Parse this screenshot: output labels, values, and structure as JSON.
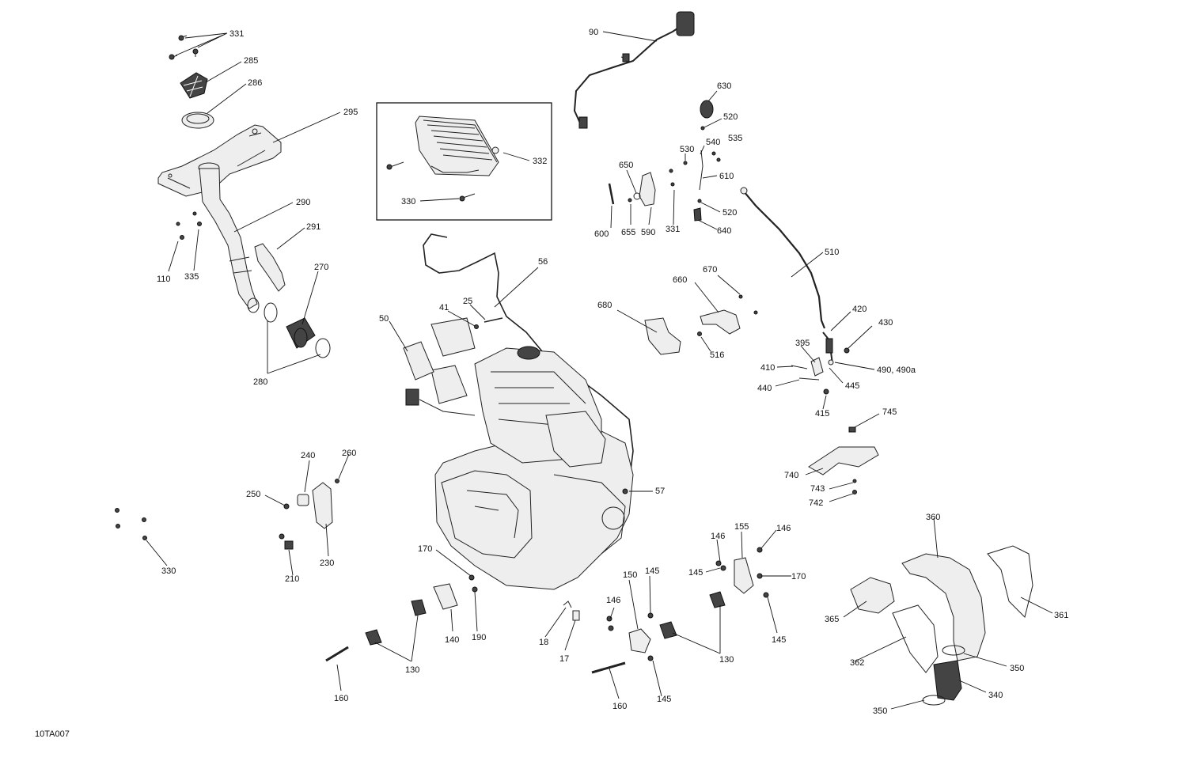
{
  "diagram_code": "10TA007",
  "callouts": [
    {
      "id": "331a",
      "text": "331"
    },
    {
      "id": "285",
      "text": "285"
    },
    {
      "id": "286",
      "text": "286"
    },
    {
      "id": "295",
      "text": "295"
    },
    {
      "id": "290",
      "text": "290"
    },
    {
      "id": "291",
      "text": "291"
    },
    {
      "id": "110",
      "text": "110"
    },
    {
      "id": "335",
      "text": "335"
    },
    {
      "id": "270",
      "text": "270"
    },
    {
      "id": "280",
      "text": "280"
    },
    {
      "id": "332",
      "text": "332"
    },
    {
      "id": "330a",
      "text": "330"
    },
    {
      "id": "90",
      "text": "90"
    },
    {
      "id": "630",
      "text": "630"
    },
    {
      "id": "520a",
      "text": "520"
    },
    {
      "id": "530",
      "text": "530"
    },
    {
      "id": "540",
      "text": "540"
    },
    {
      "id": "535",
      "text": "535"
    },
    {
      "id": "650",
      "text": "650"
    },
    {
      "id": "610",
      "text": "610"
    },
    {
      "id": "520b",
      "text": "520"
    },
    {
      "id": "600",
      "text": "600"
    },
    {
      "id": "655",
      "text": "655"
    },
    {
      "id": "590",
      "text": "590"
    },
    {
      "id": "331b",
      "text": "331"
    },
    {
      "id": "640",
      "text": "640"
    },
    {
      "id": "56",
      "text": "56"
    },
    {
      "id": "510",
      "text": "510"
    },
    {
      "id": "670",
      "text": "670"
    },
    {
      "id": "660",
      "text": "660"
    },
    {
      "id": "680",
      "text": "680"
    },
    {
      "id": "516",
      "text": "516"
    },
    {
      "id": "41",
      "text": "41"
    },
    {
      "id": "25",
      "text": "25"
    },
    {
      "id": "50",
      "text": "50"
    },
    {
      "id": "420",
      "text": "420"
    },
    {
      "id": "430",
      "text": "430"
    },
    {
      "id": "395",
      "text": "395"
    },
    {
      "id": "410",
      "text": "410"
    },
    {
      "id": "490",
      "text": "490, 490a"
    },
    {
      "id": "445",
      "text": "445"
    },
    {
      "id": "440",
      "text": "440"
    },
    {
      "id": "415",
      "text": "415"
    },
    {
      "id": "745",
      "text": "745"
    },
    {
      "id": "740",
      "text": "740"
    },
    {
      "id": "743",
      "text": "743"
    },
    {
      "id": "742",
      "text": "742"
    },
    {
      "id": "240",
      "text": "240"
    },
    {
      "id": "260",
      "text": "260"
    },
    {
      "id": "250",
      "text": "250"
    },
    {
      "id": "57",
      "text": "57"
    },
    {
      "id": "230",
      "text": "230"
    },
    {
      "id": "210",
      "text": "210"
    },
    {
      "id": "330b",
      "text": "330"
    },
    {
      "id": "360",
      "text": "360"
    },
    {
      "id": "146a",
      "text": "146"
    },
    {
      "id": "155",
      "text": "155"
    },
    {
      "id": "146b",
      "text": "146"
    },
    {
      "id": "170a",
      "text": "170"
    },
    {
      "id": "145a",
      "text": "145"
    },
    {
      "id": "170b",
      "text": "170"
    },
    {
      "id": "150",
      "text": "150"
    },
    {
      "id": "145b",
      "text": "145"
    },
    {
      "id": "146c",
      "text": "146"
    },
    {
      "id": "140",
      "text": "140"
    },
    {
      "id": "190",
      "text": "190"
    },
    {
      "id": "18",
      "text": "18"
    },
    {
      "id": "17",
      "text": "17"
    },
    {
      "id": "145c",
      "text": "145"
    },
    {
      "id": "361",
      "text": "361"
    },
    {
      "id": "365",
      "text": "365"
    },
    {
      "id": "130a",
      "text": "130"
    },
    {
      "id": "130b",
      "text": "130"
    },
    {
      "id": "362",
      "text": "362"
    },
    {
      "id": "350a",
      "text": "350"
    },
    {
      "id": "340",
      "text": "340"
    },
    {
      "id": "160a",
      "text": "160"
    },
    {
      "id": "160b",
      "text": "160"
    },
    {
      "id": "145d",
      "text": "145"
    },
    {
      "id": "350b",
      "text": "350"
    }
  ]
}
